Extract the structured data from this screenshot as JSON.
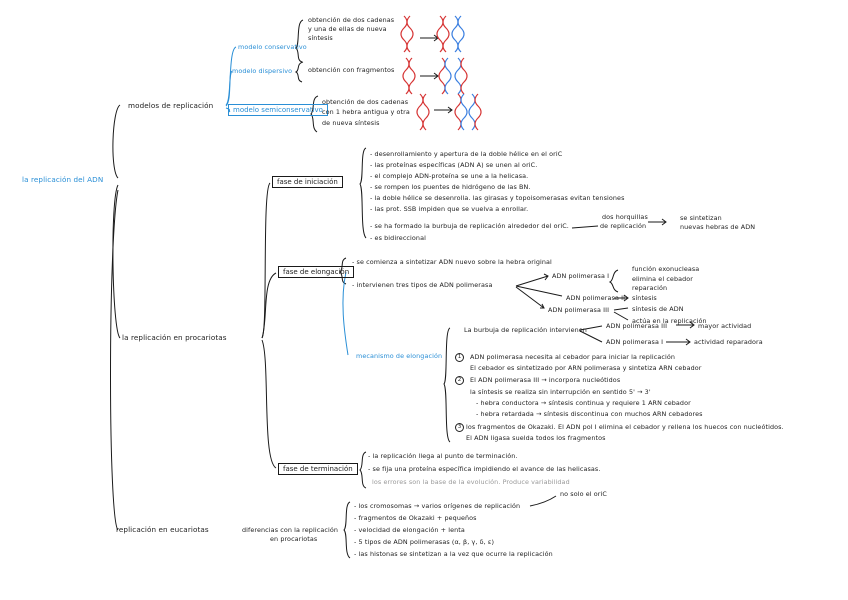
{
  "root": "la replicación del ADN",
  "models": {
    "title": "modelos de replicación",
    "conservativo": {
      "label": "modelo conservativo",
      "desc": [
        "obtención de dos cadenas",
        "y una de ellas de nueva",
        "síntesis"
      ]
    },
    "dispersivo": {
      "label": "modelo dispersivo",
      "desc": [
        "obtención con fragmentos"
      ]
    },
    "semiconservativo": {
      "label": "modelo semiconservativo",
      "desc": [
        "obtención de dos cadenas",
        "con 1 hebra antigua y otra",
        "de nueva síntesis"
      ]
    }
  },
  "prok": {
    "title": "la replicación en procariotas",
    "iniciacion": {
      "label": "fase de iniciación",
      "items": [
        "- desenrollamiento y apertura de la doble hélice en el oriC",
        "- las proteínas específicas (ADN A) se unen al oriC.",
        "- el complejo ADN-proteína se une a la helicasa.",
        "- se rompen los puentes de hidrógeno de las BN.",
        "- la doble hélice se desenrolla. las girasas y topoisomerasas evitan tensiones",
        "- las prot. SSB impiden que se vuelva a enrollar.",
        "- se ha formado la burbuja de replicación alrededor del oriC.",
        "- es bidireccional"
      ],
      "forks": [
        "dos horquillas",
        "de replicación"
      ],
      "synth": [
        "se sintetizan",
        "nuevas hebras de ADN"
      ]
    },
    "elongacion": {
      "label": "fase de elongación",
      "line1": [
        "- se comienza a sintetizar ADN nuevo sobre la hebra original"
      ],
      "line2": "- intervienen tres tipos de ADN polimerasa",
      "pol1": "ADN polimerasa I",
      "pol1_items": [
        "función exonucleasa",
        "elimina el cebador",
        "reparación"
      ],
      "pol2": "ADN polimerasa II",
      "pol2_item": "síntesis",
      "pol3": "ADN polimerasa III",
      "pol3_items": [
        "síntesis de ADN",
        "actúa en la replicación"
      ]
    },
    "mecanismo": {
      "label": "mecanismo de elongación",
      "bubble": "La burbuja de replicación intervienen",
      "pol3": "ADN polimerasa III",
      "pol3_r": "mayor actividad",
      "pol1": "ADN polimerasa I",
      "pol1_r": "actividad reparadora",
      "steps": [
        "ADN polimerasa necesita al cebador para iniciar la replicación",
        "El cebador es sintetizado por ARN polimerasa y sintetiza ARN cebador",
        "El ADN polimerasa III → incorpora nucleótidos",
        "la síntesis se realiza sin interrupción en sentido 5' → 3'",
        "- hebra conductora → síntesis continua y requiere 1 ARN cebador",
        "- hebra retardada → síntesis discontinua con muchos ARN cebadores",
        "los fragmentos de Okazaki. El ADN pol I elimina el cebador y rellena los huecos con nucleótidos.",
        "El ADN ligasa suelda todos los fragmentos"
      ],
      "nums": [
        "1",
        "2",
        "3"
      ]
    },
    "terminacion": {
      "label": "fase de terminación",
      "items": [
        "- la replicación llega al punto de terminación.",
        "- se fija una proteína específica impidiendo el avance de las helicasas.",
        "los errores son la base de la evolución. Produce variabilidad"
      ]
    }
  },
  "euk": {
    "title": "replicación en eucariotas",
    "diff": [
      "diferencias con la replicación",
      "en procariotas"
    ],
    "items": [
      "- los cromosomas → varios orígenes de replicación",
      "- fragmentos de Okazaki + pequeños",
      "- velocidad de elongación + lenta",
      "- 5 tipos de ADN polimerasas (α, β, γ, δ, ε)",
      "- las histonas se sintetizan a la vez que ocurre la replicación"
    ],
    "note": "no solo el oriC"
  }
}
